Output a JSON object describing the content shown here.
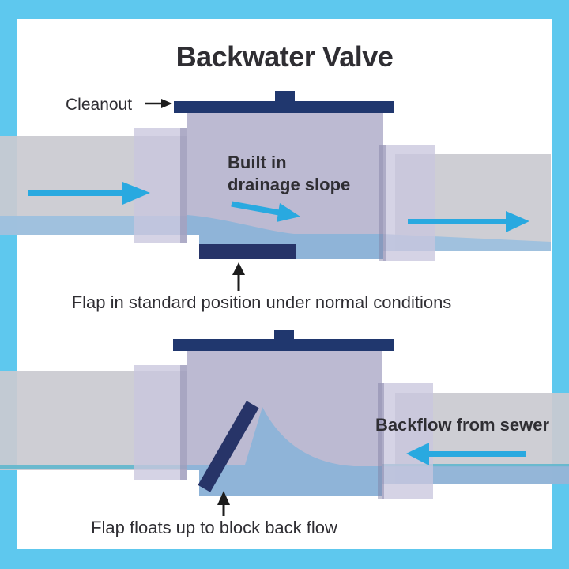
{
  "title": "Backwater Valve",
  "colors": {
    "frame": "#5ec8ee",
    "panel": "#ffffff",
    "ink": "#2f2e33",
    "navy": "#20376e",
    "flap_navy": "#273468",
    "body": "#bcbad2",
    "coupling": "#c9c7de",
    "seam": "#7f7da2",
    "pipe": "#cacad1",
    "water": "#8fb4d8",
    "pipe_water": "#9cc0de",
    "teal_line": "#5fb7cd",
    "arrow": "#29a9e0",
    "black": "#1c1c1c"
  },
  "top_diagram": {
    "cleanout_label": "Cleanout",
    "slope_line1": "Built in",
    "slope_line2": "drainage slope",
    "caption": "Flap in standard position under normal conditions"
  },
  "bottom_diagram": {
    "backflow_label": "Backflow from sewer",
    "caption": "Flap floats up to block back flow"
  }
}
